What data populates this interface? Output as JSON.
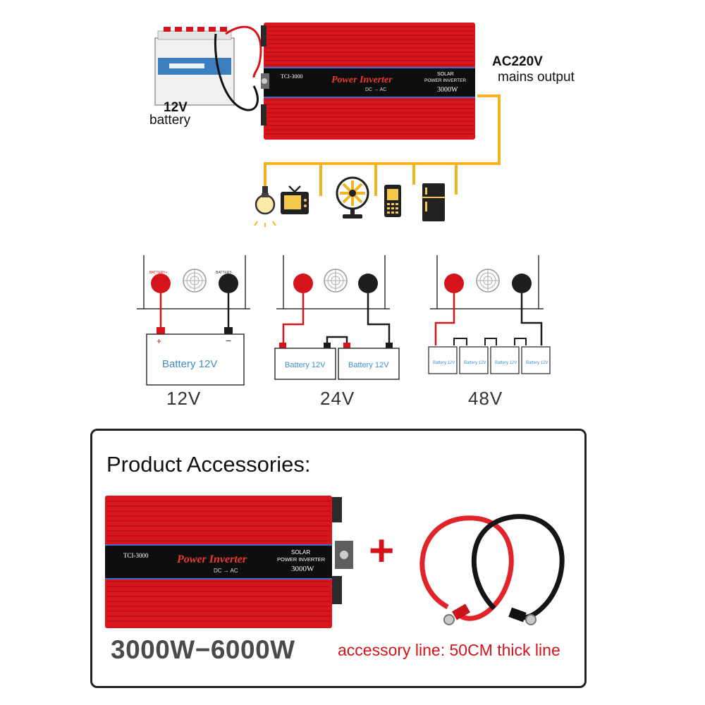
{
  "top_diagram": {
    "battery_label_line1": "12V",
    "battery_label_line2": "battery",
    "output_label_line1": "AC220V",
    "output_label_line2": "mains output",
    "appliance_icons": [
      "bulb-icon",
      "tv-icon",
      "fan-icon",
      "phone-icon",
      "fridge-icon"
    ]
  },
  "inverter_panel": {
    "model": "TCI-3000",
    "brand": "Power Inverter",
    "mode": "DC → AC",
    "solar_line1": "SOLAR",
    "solar_line2": "POWER INVERTER",
    "wattage": "3000W"
  },
  "wiring": {
    "terminal_pos": "BATTERY+",
    "terminal_neg": "BATTERY-",
    "battery_text": "Battery 12V",
    "configs": [
      {
        "label": "12V",
        "batteries": 1
      },
      {
        "label": "24V",
        "batteries": 2
      },
      {
        "label": "48V",
        "batteries": 4
      }
    ]
  },
  "accessories": {
    "title": "Product Accessories:",
    "power_range": "3000W−6000W",
    "accessory_line": "accessory line: 50CM thick line",
    "plus_symbol": "+"
  },
  "colors": {
    "inverter_red": "#d8161b",
    "wire_yellow": "#f2b51e",
    "wire_red": "#d4141a",
    "wire_black": "#1a1a1a",
    "battery_text_blue": "#3c8fc9"
  }
}
